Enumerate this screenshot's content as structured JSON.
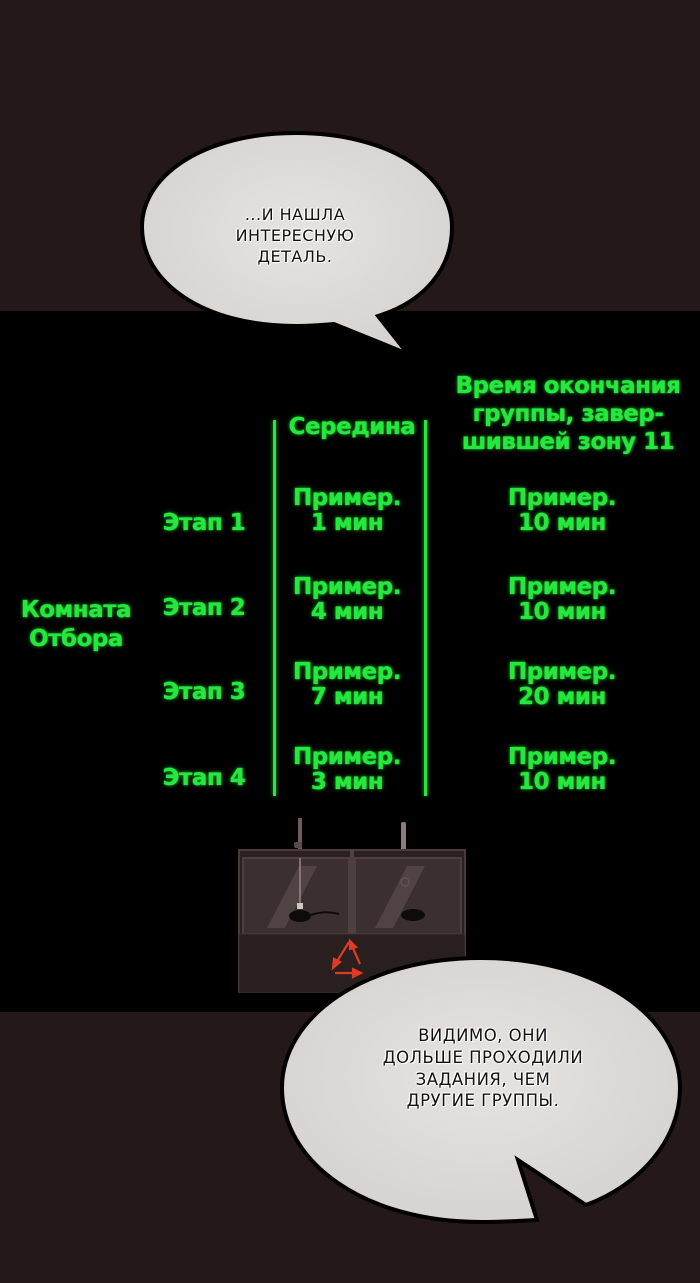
{
  "panel_top": {
    "background": "#241818",
    "speech_bubble": {
      "lines": [
        "...И НАШЛА",
        "ИНТЕРЕСНУЮ",
        "ДЕТАЛЬ."
      ]
    }
  },
  "table_panel": {
    "background": "#000000",
    "text_color": "#25e83c",
    "header_middle": "Середина",
    "header_right": [
      "Время окончания",
      "группы, завер-",
      "шившей зону 11"
    ],
    "room_label": [
      "Комната",
      "Отбора"
    ],
    "rows": [
      {
        "stage": "Этап 1",
        "middle": [
          "Пример.",
          "1 мин"
        ],
        "end": [
          "Пример.",
          "10 мин"
        ]
      },
      {
        "stage": "Этап 2",
        "middle": [
          "Пример.",
          "4 мин"
        ],
        "end": [
          "Пример.",
          "10 мин"
        ]
      },
      {
        "stage": "Этап 3",
        "middle": [
          "Пример.",
          "7 мин"
        ],
        "end": [
          "Пример.",
          "20 мин"
        ]
      },
      {
        "stage": "Этап 4",
        "middle": [
          "Пример.",
          "3 мин"
        ],
        "end": [
          "Пример.",
          "10 мин"
        ]
      }
    ],
    "illustration": {
      "description": "two-compartment glass tank with mice, red cyclic arrows",
      "arrow_color": "#e03a24"
    }
  },
  "panel_bottom": {
    "background": "#241818",
    "speech_bubble": {
      "lines": [
        "ВИДИМО, ОНИ",
        "ДОЛЬШЕ ПРОХОДИЛИ",
        "ЗАДАНИЯ, ЧЕМ",
        "ДРУГИЕ ГРУППЫ."
      ]
    }
  }
}
